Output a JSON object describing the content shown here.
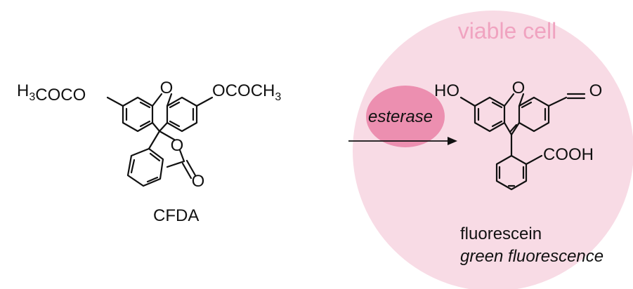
{
  "colors": {
    "cell_fill": "#f8dbe5",
    "enzyme_fill": "#ec8fb0",
    "cell_label_color": "#f0a3c0",
    "ink": "#111111"
  },
  "cell": {
    "label": "viable cell"
  },
  "enzyme": {
    "label": "esterase"
  },
  "cfda": {
    "name": "CFDA",
    "left_group": "H3COCO",
    "right_group": "OCOCH3",
    "ring_oxygen": "O",
    "lactone_oxygen": "O",
    "carbonyl_oxygen": "O"
  },
  "fluorescein": {
    "name": "fluorescein",
    "description": "green fluorescence",
    "hydroxyl": "HO",
    "ring_oxygen": "O",
    "ketone_oxygen": "O",
    "acid_group": "COOH"
  }
}
